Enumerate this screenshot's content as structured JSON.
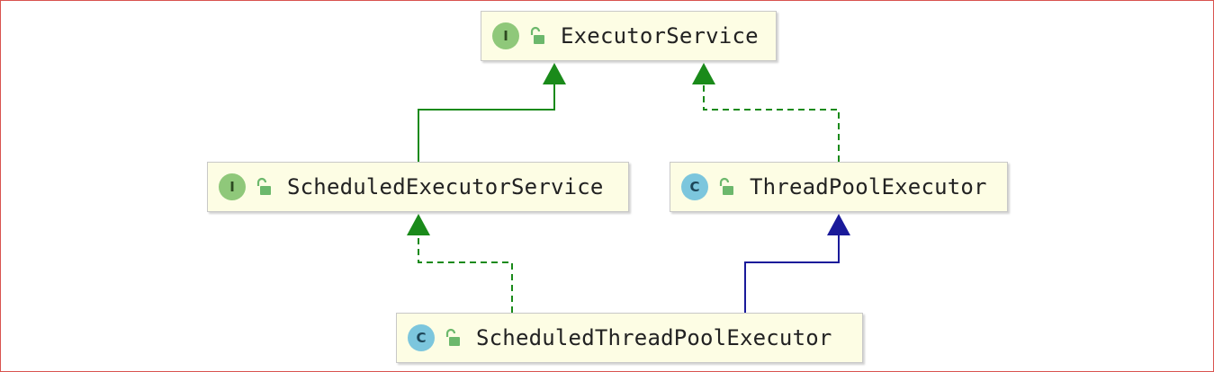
{
  "diagram": {
    "colors": {
      "extends": "#1a8a1a",
      "implements": "#1a8a1a",
      "class_extends": "#1a1a9a",
      "node_fill": "#fdfde4",
      "interface_badge": "#8fc87a",
      "class_badge": "#7cc6dd",
      "lock_icon": "#6cb86c"
    },
    "nodes": [
      {
        "id": "executor-service",
        "kind": "interface",
        "badge": "I",
        "name": "ExecutorService"
      },
      {
        "id": "scheduled-executor-service",
        "kind": "interface",
        "badge": "I",
        "name": "ScheduledExecutorService"
      },
      {
        "id": "thread-pool-executor",
        "kind": "class",
        "badge": "C",
        "name": "ThreadPoolExecutor"
      },
      {
        "id": "scheduled-thread-pool-executor",
        "kind": "class",
        "badge": "C",
        "name": "ScheduledThreadPoolExecutor"
      }
    ],
    "edges": [
      {
        "from": "scheduled-executor-service",
        "to": "executor-service",
        "type": "extends",
        "style": "solid",
        "color_key": "extends"
      },
      {
        "from": "thread-pool-executor",
        "to": "executor-service",
        "type": "implements",
        "style": "dashed",
        "color_key": "implements"
      },
      {
        "from": "scheduled-thread-pool-executor",
        "to": "scheduled-executor-service",
        "type": "implements",
        "style": "dashed",
        "color_key": "implements"
      },
      {
        "from": "scheduled-thread-pool-executor",
        "to": "thread-pool-executor",
        "type": "extends",
        "style": "solid",
        "color_key": "class_extends"
      }
    ]
  }
}
